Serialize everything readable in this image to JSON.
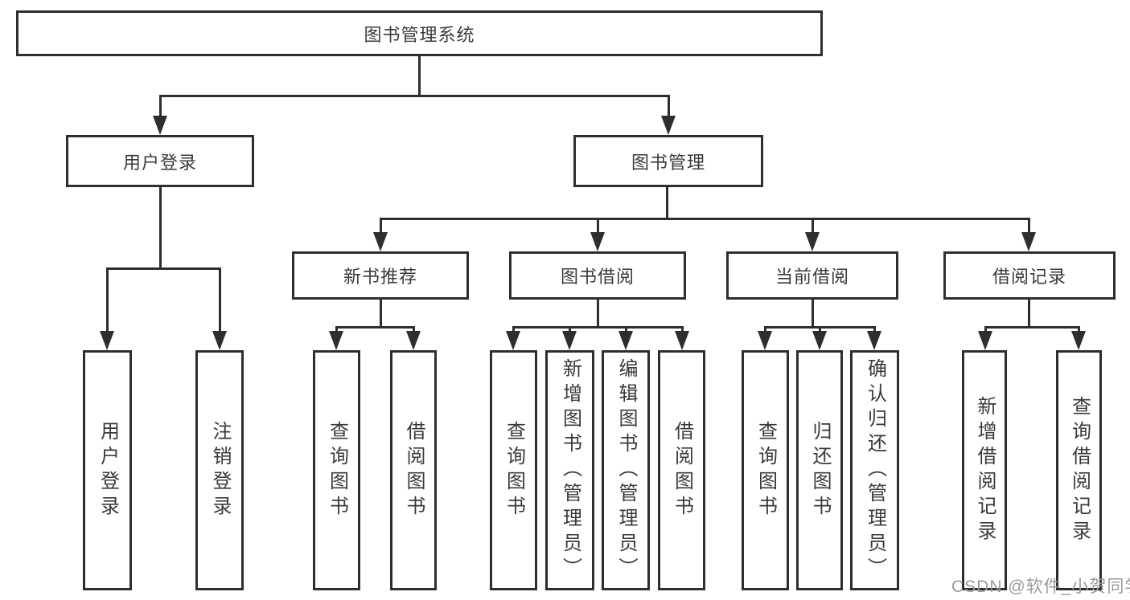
{
  "title": "图书管理系统",
  "tree": {
    "label": "图书管理系统",
    "children": [
      {
        "label": "用户登录",
        "children": [
          {
            "label": "用户登录"
          },
          {
            "label": "注销登录"
          }
        ]
      },
      {
        "label": "图书管理",
        "children": [
          {
            "label": "新书推荐",
            "children": [
              {
                "label": "查询图书"
              },
              {
                "label": "借阅图书"
              }
            ]
          },
          {
            "label": "图书借阅",
            "children": [
              {
                "label": "查询图书"
              },
              {
                "label": "新增图书（管理员）"
              },
              {
                "label": "编辑图书（管理员）"
              },
              {
                "label": "借阅图书"
              }
            ]
          },
          {
            "label": "当前借阅",
            "children": [
              {
                "label": "查询图书"
              },
              {
                "label": "归还图书"
              },
              {
                "label": "确认归还（管理员）"
              }
            ]
          },
          {
            "label": "借阅记录",
            "children": [
              {
                "label": "新增借阅记录"
              },
              {
                "label": "查询借阅记录"
              }
            ]
          }
        ]
      }
    ]
  },
  "watermark": "CSDN @软件_小贺同学",
  "colors": {
    "line": "#2e2e2e",
    "text": "#3a3a3a",
    "watermark": "#9a9a9a",
    "background": "#ffffff"
  }
}
